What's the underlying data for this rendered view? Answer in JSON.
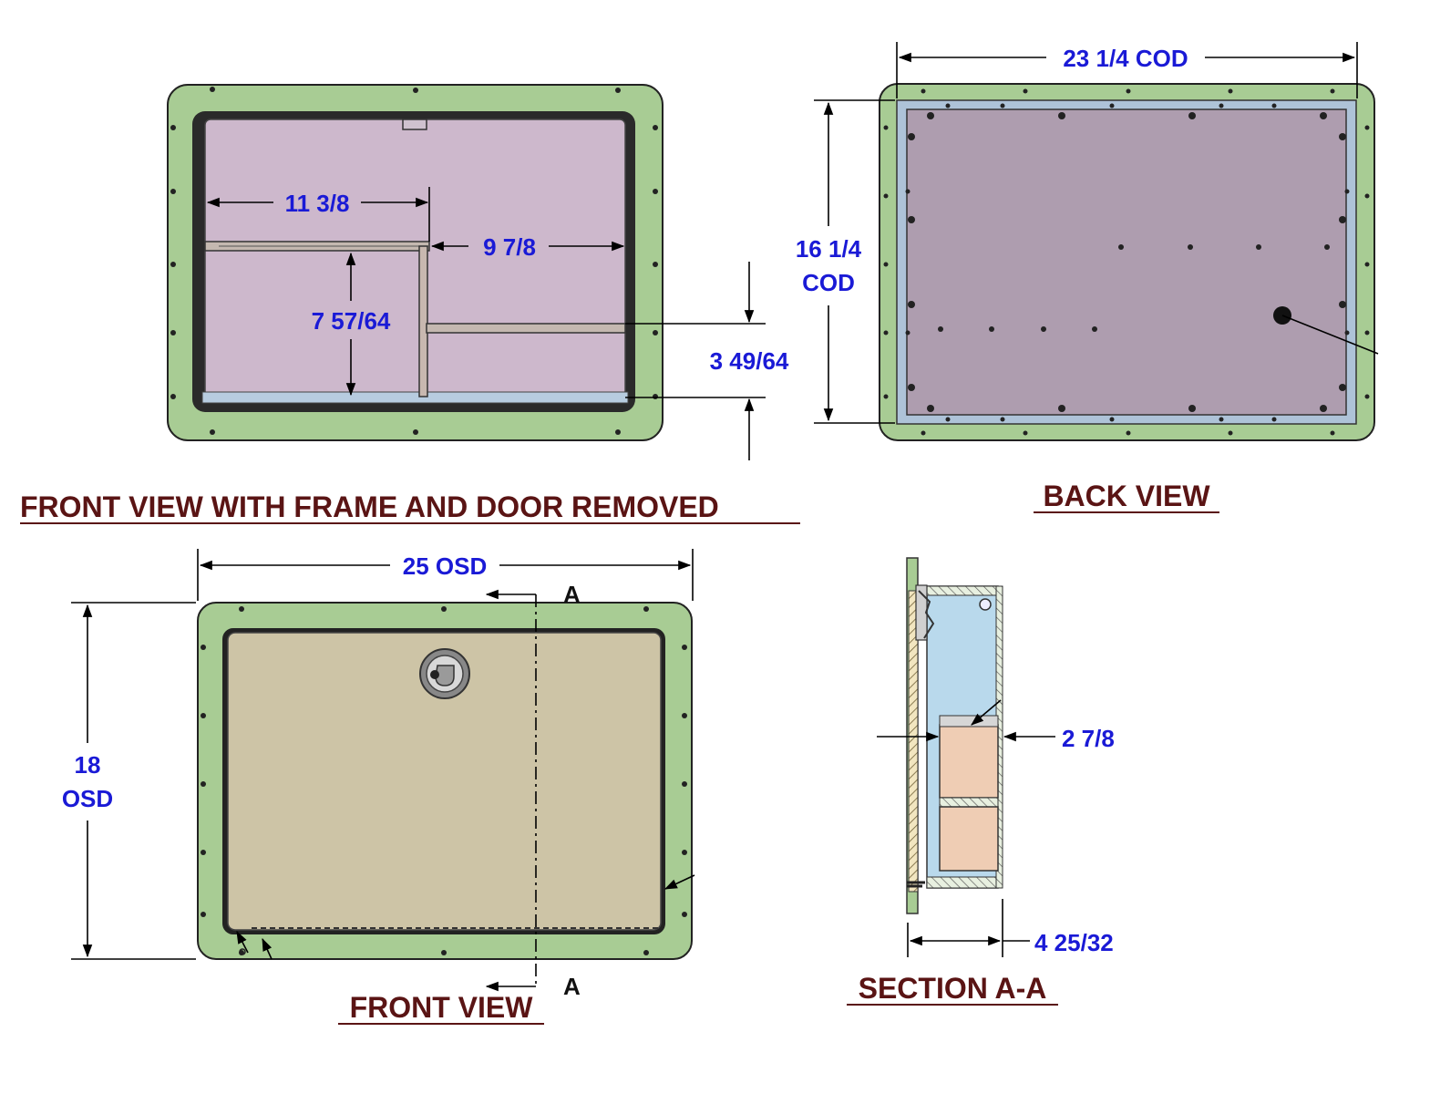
{
  "titles": {
    "front_removed": "FRONT VIEW WITH FRAME AND DOOR REMOVED",
    "back": "BACK VIEW",
    "front": "FRONT VIEW",
    "section": "SECTION A-A"
  },
  "dimensions": {
    "shelf_left_width": "11 3/8",
    "shelf_right_width": "9 7/8",
    "lower_height": "7 57/64",
    "bottom_height": "3 49/64",
    "back_width": "23 1/4 COD",
    "back_height_line1": "16 1/4",
    "back_height_line2": "COD",
    "front_width": "25 OSD",
    "front_height_line1": "18",
    "front_height_line2": "OSD",
    "section_shelf_depth": "2 7/8",
    "section_total_depth": "4 25/32"
  },
  "section_markers": {
    "top": "A",
    "bottom": "A"
  },
  "colors": {
    "frame": "#a8cc94",
    "interior": "#cdb8cc",
    "back_panel": "#ae9daf",
    "door": "#cdc4a6",
    "cavity": "#b9d9ec",
    "section_box": "#efcdb4",
    "dimension_text": "#1a1ad6",
    "title_text": "#5a1414"
  }
}
